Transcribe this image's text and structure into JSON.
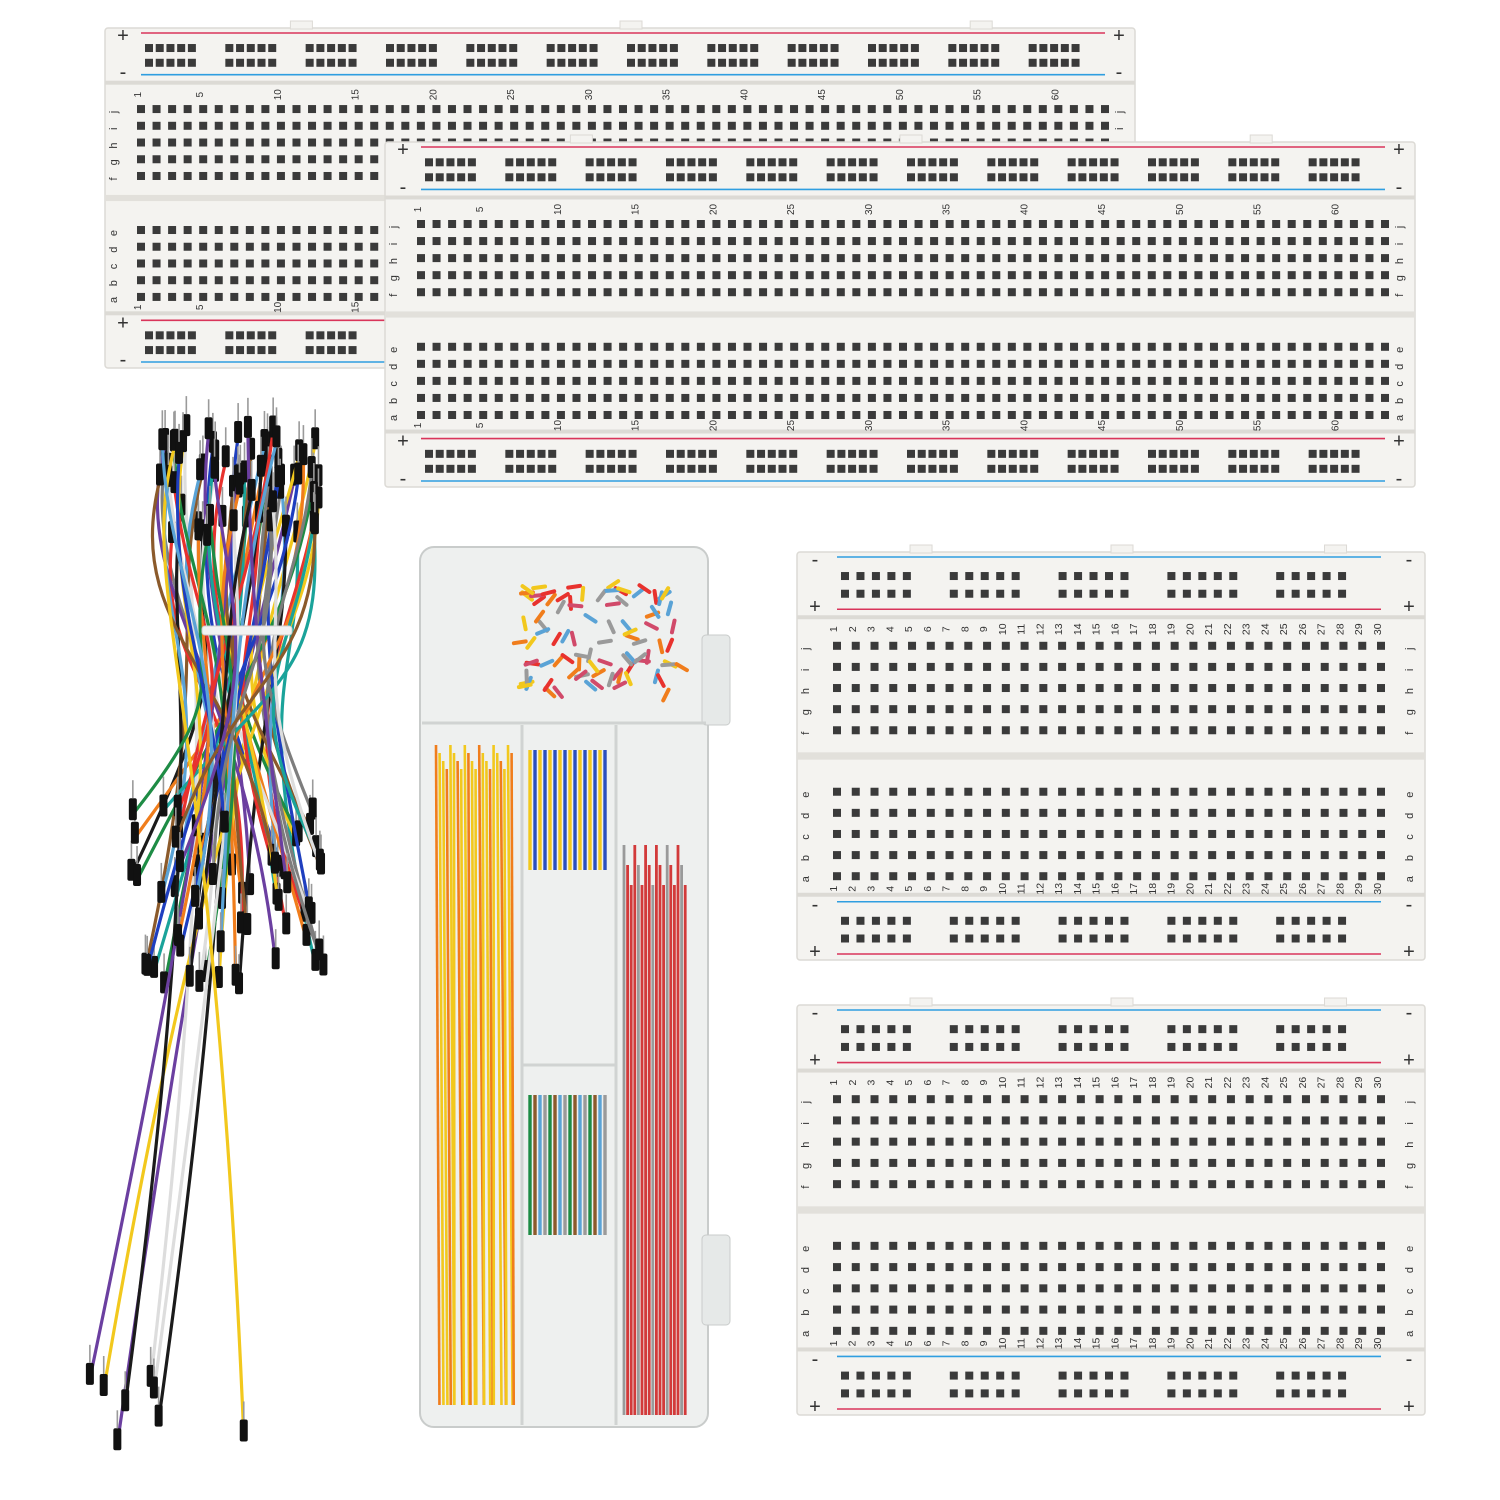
{
  "colors": {
    "background": "#ffffff",
    "board": "#f4f3f0",
    "board_shadow": "#dcdad5",
    "hole": "#3a3a3a",
    "plus_line": "#d9345a",
    "minus_line": "#2f9ee0",
    "box": "#eef0ef"
  },
  "icons": {
    "plus": "plus-sign-icon",
    "minus": "minus-sign-icon"
  },
  "boards": {
    "full_size": {
      "columns": 63,
      "row_letters_top": [
        "j",
        "i",
        "h",
        "g",
        "f"
      ],
      "row_letters_bottom": [
        "e",
        "d",
        "c",
        "b",
        "a"
      ],
      "column_numbers": [
        "1",
        "5",
        "10",
        "15",
        "20",
        "25",
        "30",
        "35",
        "40",
        "45",
        "50",
        "55",
        "60"
      ],
      "rail_plus": "+",
      "rail_minus": "-"
    },
    "half_size": {
      "columns": 30,
      "row_letters_top": [
        "j",
        "i",
        "h",
        "g",
        "f"
      ],
      "row_letters_bottom": [
        "e",
        "d",
        "c",
        "b",
        "a"
      ],
      "column_numbers": [
        "1",
        "2",
        "3",
        "4",
        "5",
        "6",
        "7",
        "8",
        "9",
        "10",
        "11",
        "12",
        "13",
        "14",
        "15",
        "16",
        "17",
        "18",
        "19",
        "20",
        "21",
        "22",
        "23",
        "24",
        "25",
        "26",
        "27",
        "28",
        "29",
        "30"
      ],
      "rail_plus": "+",
      "rail_minus": "-"
    }
  },
  "wire_colors": [
    "#1b1b1b",
    "#e8322e",
    "#f07d1c",
    "#f2c81d",
    "#1e8c45",
    "#1f3fbf",
    "#ffffff",
    "#5aa3d6",
    "#8b5a2b",
    "#6b3fa0",
    "#1aa39a",
    "#7d7d7d"
  ]
}
